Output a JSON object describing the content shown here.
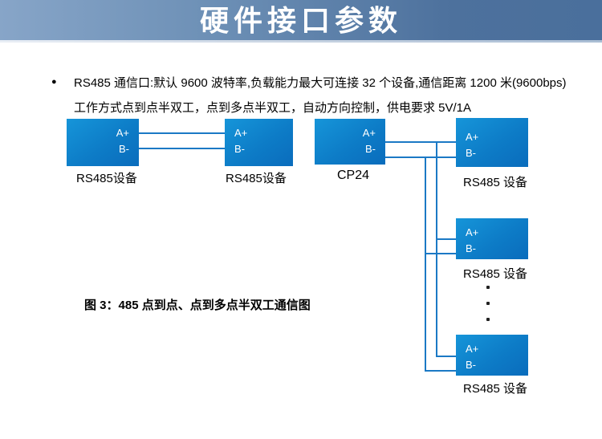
{
  "header": {
    "title": "硬件接口参数"
  },
  "bullet": {
    "marker": "●",
    "line1": "RS485 通信口:默认 9600 波特率,负载能力最大可连接 32 个设备,通信距离 1200 米(9600bps)",
    "line2": "工作方式点到点半双工，点到多点半双工，自动方向控制，供电要求 5V/1A"
  },
  "diagram": {
    "pins": {
      "a": "A+",
      "b": "B-"
    },
    "labels": {
      "left_device_1": "RS485设备",
      "left_device_2": "RS485设备",
      "master": "CP24",
      "slave_1": "RS485 设备",
      "slave_2": "RS485 设备",
      "slave_3": "RS485 设备"
    },
    "dots": [
      "·",
      "·",
      "·"
    ],
    "caption": "图  3：485 点到点、点到多点半双工通信图"
  },
  "colors": {
    "banner_left": "#87a5c8",
    "banner_right": "#4a6f9c",
    "box_blue_light": "#1695d9",
    "box_blue_dark": "#0a6cbc",
    "wire_blue": "#1b79c5",
    "title_text": "#ffffff",
    "body_text": "#000000"
  }
}
